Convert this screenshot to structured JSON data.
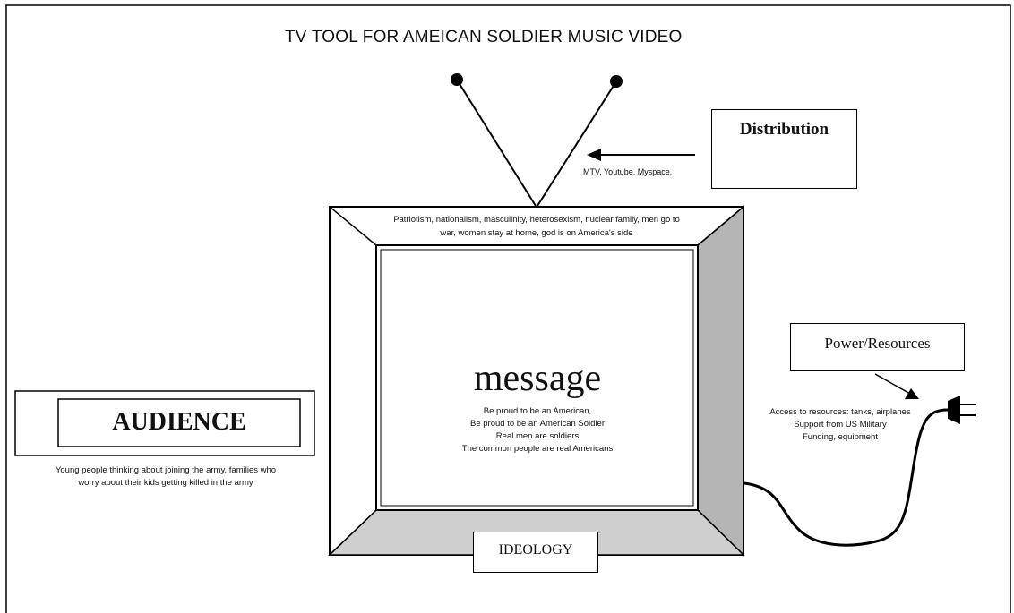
{
  "title": "TV TOOL FOR AMEICAN SOLDIER MUSIC VIDEO",
  "distribution": {
    "label": "Distribution",
    "channels": "MTV, Youtube, Myspace,"
  },
  "ideology_values": [
    "Patriotism, nationalism, masculinity, heterosexism, nuclear family, men go to",
    "war, women stay at home, god is on America's side"
  ],
  "message": {
    "label": "message",
    "lines": [
      "Be proud to be an American,",
      "Be proud to be an American Soldier",
      "Real men are soldiers",
      "The common people are real Americans"
    ]
  },
  "audience": {
    "label": "AUDIENCE",
    "lines": [
      "Young people thinking about joining the army, families who",
      "worry about their kids getting killed in the army"
    ]
  },
  "power": {
    "label": "Power/Resources",
    "lines": [
      "Access to resources: tanks, airplanes",
      "Support from US Military",
      "Funding, equipment"
    ]
  },
  "ideology_label": "IDEOLOGY"
}
